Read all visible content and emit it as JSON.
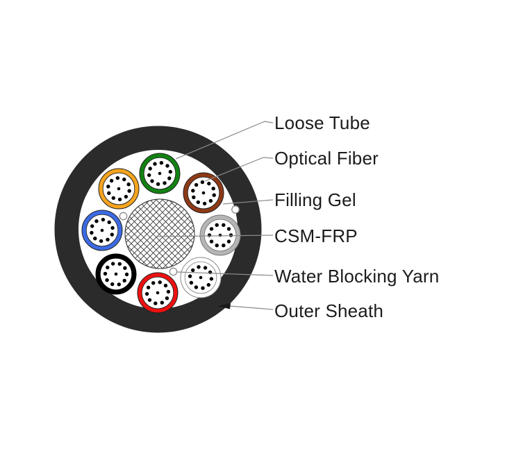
{
  "page": {
    "background_color": "#ffffff",
    "description": "Cross-section diagram of a stranded loose tube fiber optic cable"
  },
  "callouts": [
    {
      "label": "Loose Tube"
    },
    {
      "label": "Optical Fiber"
    },
    {
      "label": "Filling Gel"
    },
    {
      "label": "CSM-FRP"
    },
    {
      "label": "Water Blocking Yarn"
    },
    {
      "label": "Outer Sheath"
    }
  ],
  "diagram": {
    "outer_sheath_color": "#2b2b2b",
    "inner_fill_color": "#ffffff",
    "leader_line_color": "#8a8a8a",
    "arrow_color": "#1a1a1a",
    "fiber_dot_color": "#000000",
    "hatch_line_color": "#2e2e2e",
    "yarn_circle_color": "#8a8a8a",
    "tubes": [
      {
        "name": "loose-tube-green",
        "color": "#128212",
        "outline": "#1f1f1f"
      },
      {
        "name": "loose-tube-brown",
        "color": "#8d3916",
        "outline": "#1f1f1f"
      },
      {
        "name": "loose-tube-gray",
        "color": "#b5b5b5",
        "outline": "#787878"
      },
      {
        "name": "loose-tube-white",
        "color": "#ffffff",
        "outline": "#8a8a8a"
      },
      {
        "name": "loose-tube-red",
        "color": "#ee1111",
        "outline": "#1f1f1f"
      },
      {
        "name": "loose-tube-black",
        "color": "#000000",
        "outline": "#000000"
      },
      {
        "name": "loose-tube-blue",
        "color": "#3d6be4",
        "outline": "#1f1f1f"
      },
      {
        "name": "loose-tube-orange",
        "color": "#f6a41f",
        "outline": "#1f1f1f"
      }
    ]
  }
}
